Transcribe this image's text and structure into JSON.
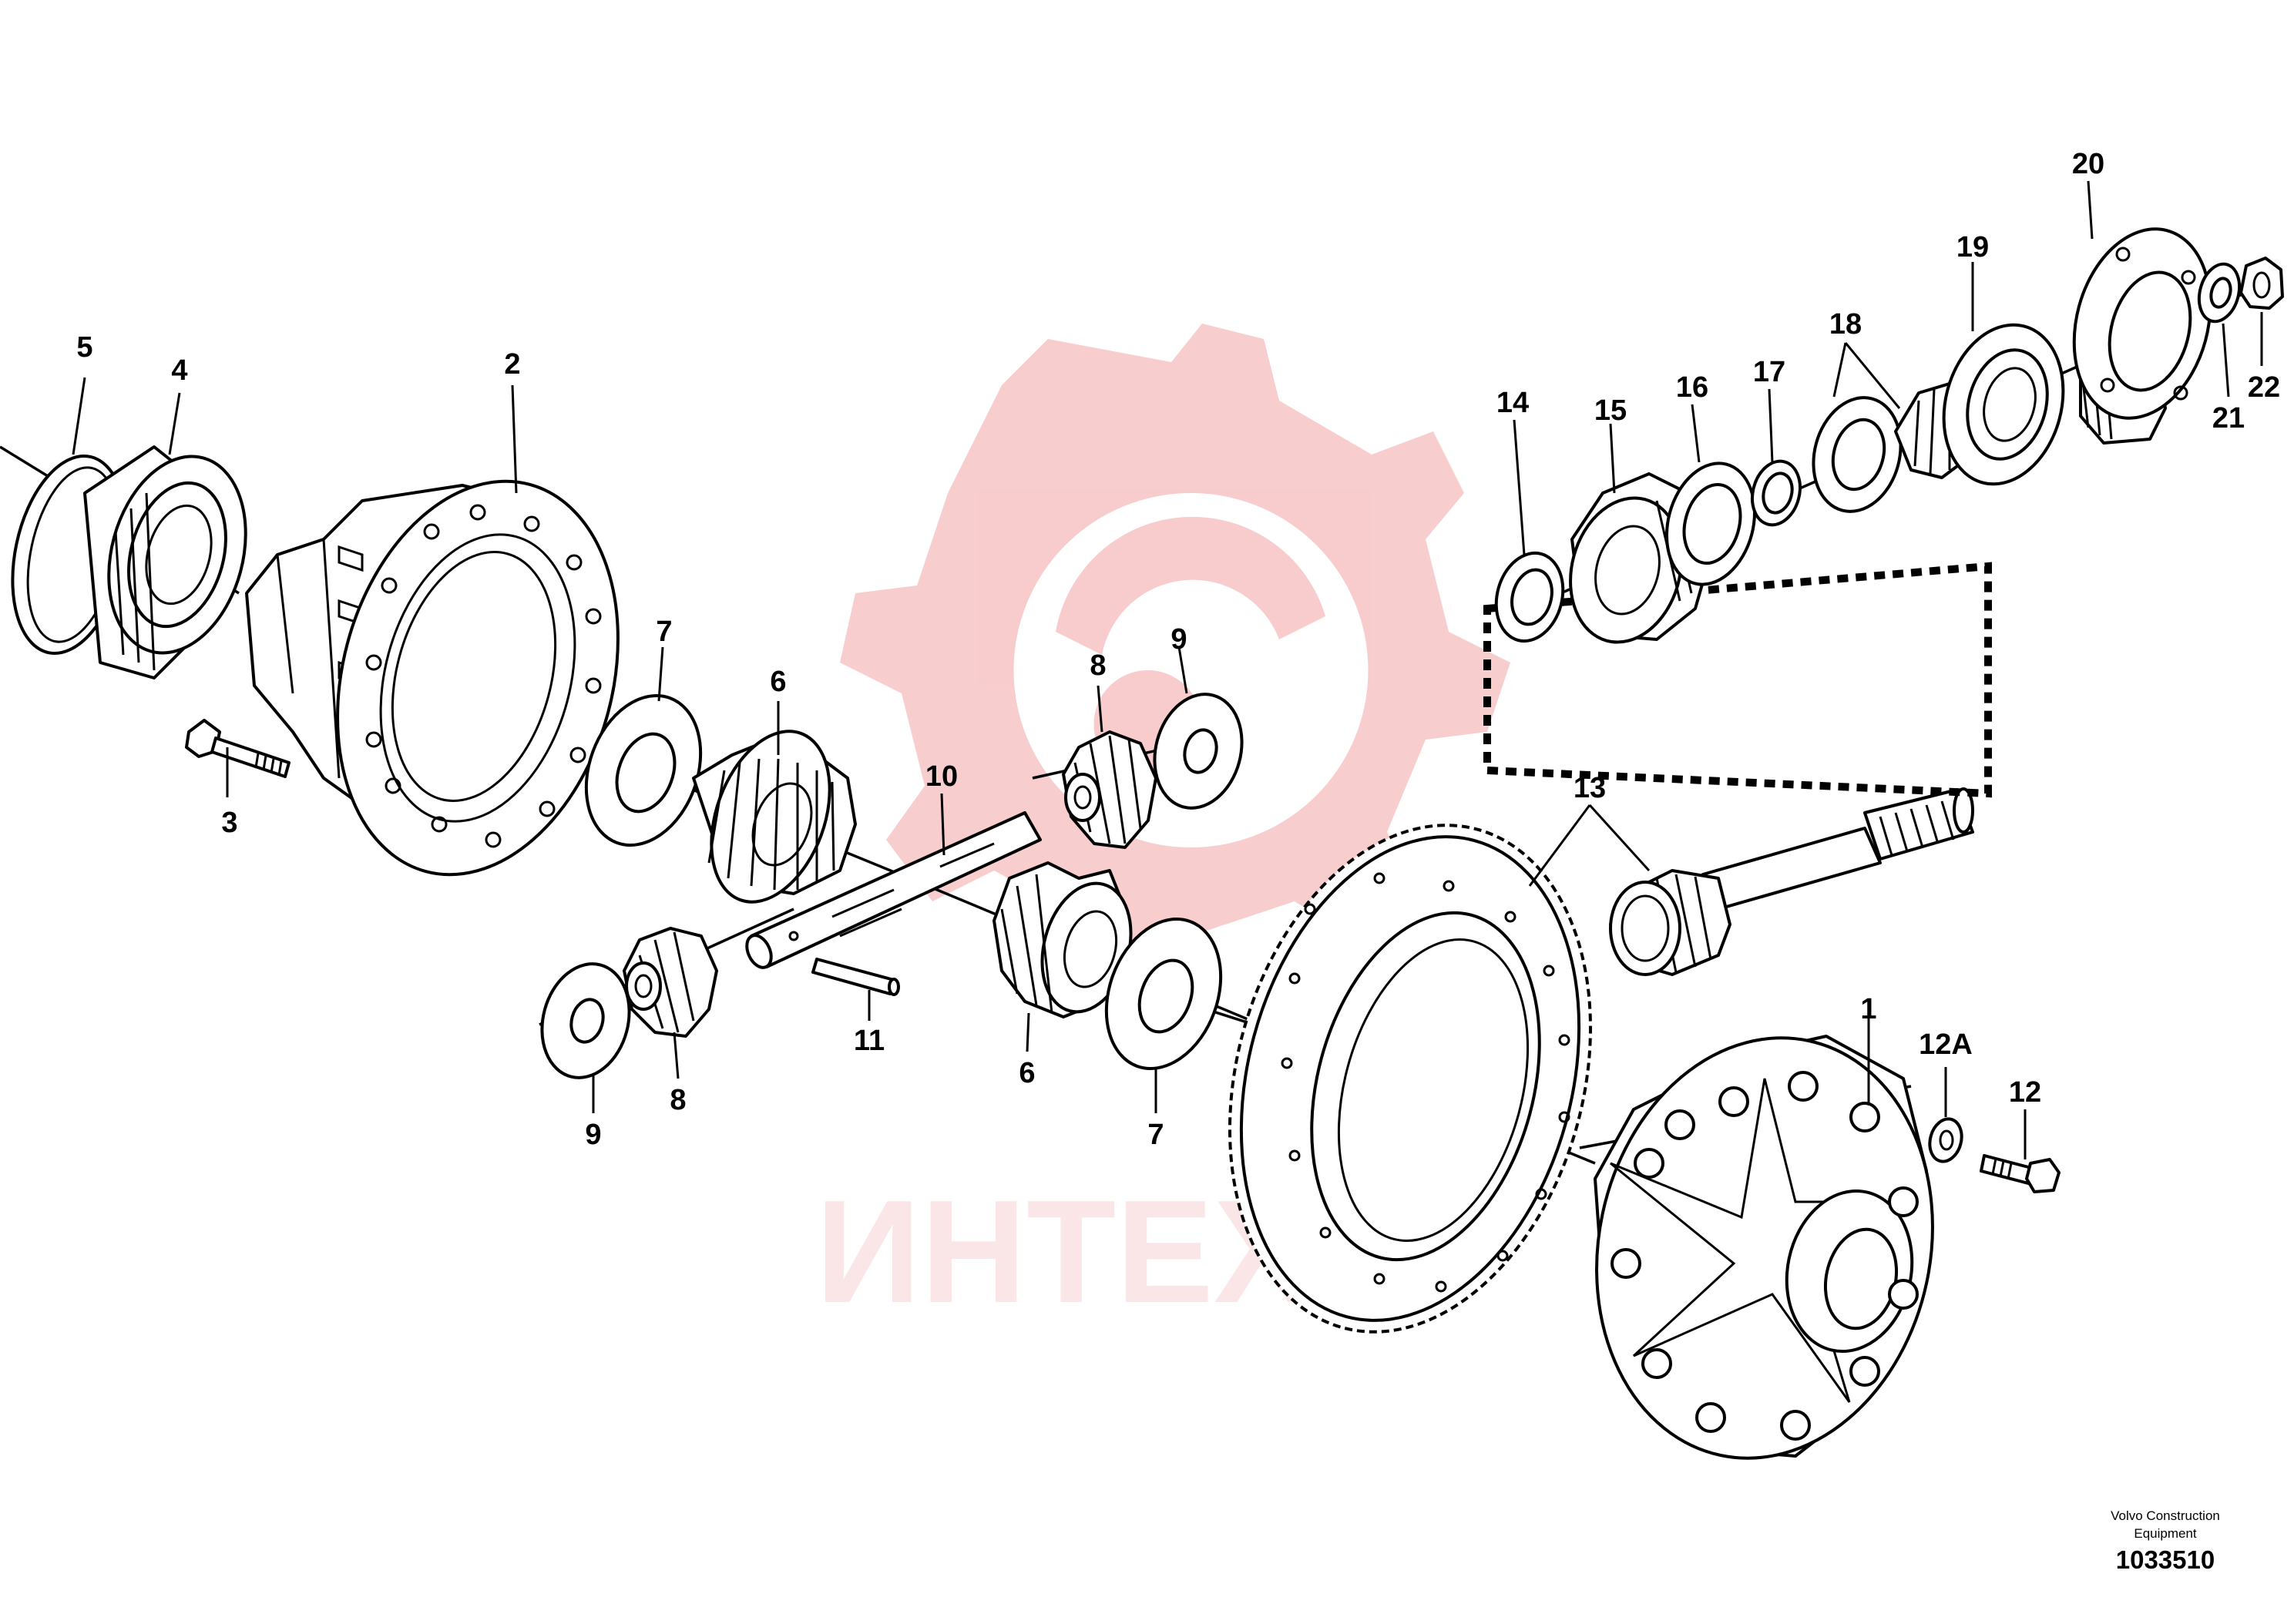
{
  "parts": {
    "p1": "1",
    "p2": "2",
    "p3": "3",
    "p4": "4",
    "p5": "5",
    "p6a": "6",
    "p6b": "6",
    "p7a": "7",
    "p7b": "7",
    "p8a": "8",
    "p8b": "8",
    "p9a": "9",
    "p9b": "9",
    "p10": "10",
    "p11": "11",
    "p12": "12",
    "p12a": "12A",
    "p13": "13",
    "p14": "14",
    "p15": "15",
    "p16": "16",
    "p17": "17",
    "p18": "18",
    "p19": "19",
    "p20": "20",
    "p21": "21",
    "p22": "22"
  },
  "watermark": {
    "text": "ИНТЕХ",
    "color": "#e11b22"
  },
  "credit": {
    "line1": "Volvo Construction",
    "line2": "Equipment",
    "code": "1033510"
  }
}
